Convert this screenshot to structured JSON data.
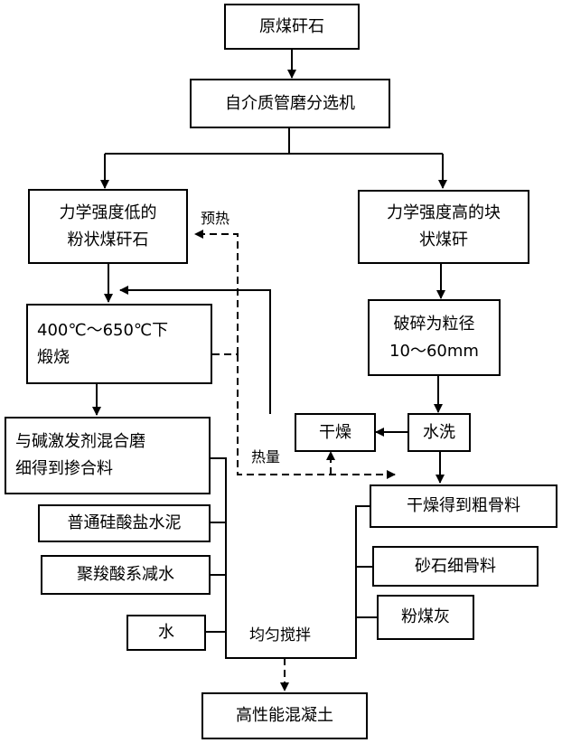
{
  "nodes": {
    "raw": "原煤矸石",
    "separator": "自介质管磨分选机",
    "low_strength": [
      "力学强度低的",
      "粉状煤矸石"
    ],
    "high_strength": [
      "力学强度高的块",
      "状煤矸"
    ],
    "calcine": [
      "400℃～650℃下",
      "煅烧"
    ],
    "crush": [
      "破碎为粒径",
      "10～60mm"
    ],
    "grind": [
      "与碱激发剂混合磨",
      "细得到掺合料"
    ],
    "dry": "干燥",
    "wash": "水洗",
    "coarse": "干燥得到粗骨料",
    "cement": "普通硅酸盐水泥",
    "reducer": "聚羧酸系减水",
    "fine": "砂石细骨料",
    "flyash": "粉煤灰",
    "water": "水",
    "concrete": "高性能混凝土"
  },
  "labels": {
    "preheat": "预热",
    "heat": "热量",
    "stir": "均匀搅拌"
  }
}
